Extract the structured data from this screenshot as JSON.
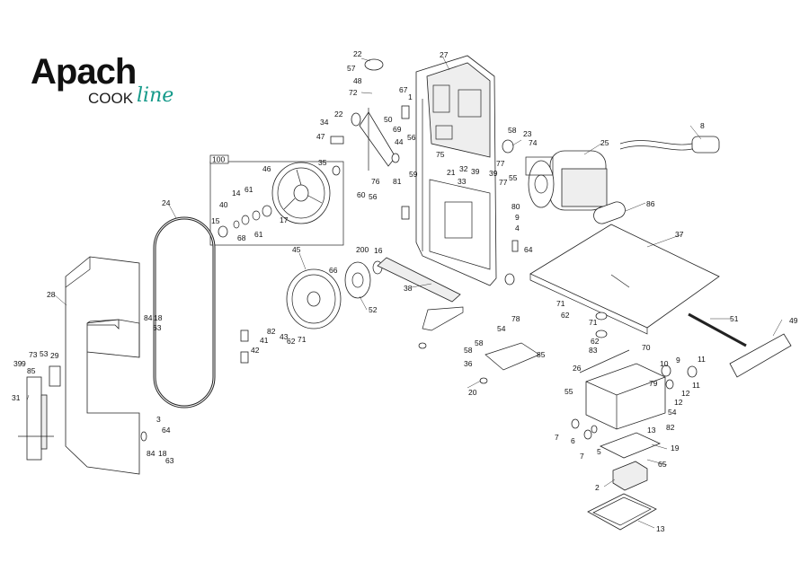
{
  "brand": {
    "name": "Apach",
    "cook": "COOK",
    "line": "line",
    "accent_color": "#159a8a"
  },
  "inset_box_label": "100",
  "part_labels": {
    "p22a": "22",
    "p57": "57",
    "p48": "48",
    "p72": "72",
    "p67": "67",
    "p1": "1",
    "p27": "27",
    "p34": "34",
    "p22b": "22",
    "p50": "50",
    "p69": "69",
    "p47": "47",
    "p44": "44",
    "p56a": "56",
    "p58a": "58",
    "p23": "23",
    "p74": "74",
    "p25": "25",
    "p8": "8",
    "p75": "75",
    "p21": "21",
    "p32": "32",
    "p39a": "39",
    "p77a": "77",
    "p59": "59",
    "p81": "81",
    "p76": "76",
    "p60": "60",
    "p56b": "56",
    "p39b": "39",
    "p55a": "55",
    "p33": "33",
    "p77b": "77",
    "p80": "80",
    "p9a": "9",
    "p86": "86",
    "p100_35": "35",
    "p46": "46",
    "p61a": "61",
    "p14": "14",
    "p40": "40",
    "p17": "17",
    "p15": "15",
    "p68": "68",
    "p61b": "61",
    "p24": "24",
    "p4": "4",
    "p64a": "64",
    "p37": "37",
    "p200": "200",
    "p16": "16",
    "p45": "45",
    "p66": "66",
    "p38": "38",
    "p52": "52",
    "p28": "28",
    "p84a": "84",
    "p18a": "18",
    "p63a": "63",
    "p71a": "71",
    "p62a": "62",
    "p78": "78",
    "p71b": "71",
    "p51": "51",
    "p49": "49",
    "p54a": "54",
    "p58b": "58",
    "p62b": "62",
    "p83": "83",
    "p58c": "58",
    "p85a": "85",
    "p82a": "82",
    "p43": "43",
    "p41": "41",
    "p62c": "62",
    "p71c": "71",
    "p42": "42",
    "p36": "36",
    "p70": "70",
    "p10": "10",
    "p9b": "9",
    "p11a": "11",
    "p11b": "11",
    "p26": "26",
    "p79": "79",
    "p12a": "12",
    "p12b": "12",
    "p20": "20",
    "p55b": "55",
    "p73": "73",
    "p39c": "39",
    "p9c": "9",
    "p53": "53",
    "p29": "29",
    "p85b": "85",
    "p54b": "54",
    "p82b": "82",
    "p31": "31",
    "p3": "3",
    "p64b": "64",
    "p13a": "13",
    "p7a": "7",
    "p6": "6",
    "p5": "5",
    "p7b": "7",
    "p19": "19",
    "p84b": "84",
    "p18b": "18",
    "p63b": "63",
    "p65": "65",
    "p2": "2",
    "p13b": "13"
  }
}
